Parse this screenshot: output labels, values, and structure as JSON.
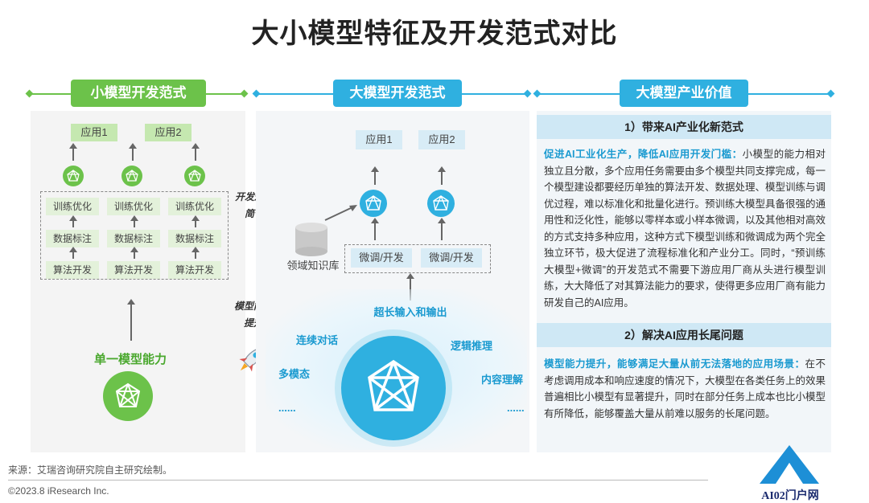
{
  "title": "大小模型特征及开发范式对比",
  "sections": {
    "left": "小模型开发范式",
    "mid": "大模型开发范式",
    "right": "大模型产业价值"
  },
  "left": {
    "apps": [
      "应用1",
      "应用2"
    ],
    "steps": [
      "训练优化",
      "数据标注",
      "算法开发"
    ],
    "capability": "单一模型能力"
  },
  "mid": {
    "apps": [
      "应用1",
      "应用2"
    ],
    "finetune": [
      "微调/开发",
      "微调/开发"
    ],
    "knowledge_base": "领域知识库",
    "capabilities": [
      "超长输入和输出",
      "连续对话",
      "逻辑推理",
      "多模态",
      "内容理解",
      "......",
      "......"
    ]
  },
  "between": {
    "simplify_1": "开发过程",
    "simplify_2": "简化",
    "boost_1": "模型能力",
    "boost_2": "提升"
  },
  "right": {
    "h1": "1）带来AI产业化新范式",
    "p1_em": "促进AI工业化生产，降低AI应用开发门槛：",
    "p1": "小模型的能力相对独立且分散，多个应用任务需要由多个模型共同支撑完成，每一个模型建设都要经历单独的算法开发、数据处理、模型训练与调优过程，难以标准化和批量化进行。预训练大模型具备很强的通用性和泛化性，能够以零样本或小样本微调，以及其他相对高效的方式支持多种应用，这种方式下模型训练和微调成为两个完全独立环节，极大促进了流程标准化和产业分工。同时，“预训练大模型+微调”的开发范式不需要下游应用厂商从头进行模型训练，大大降低了对其算法能力的要求，使得更多应用厂商有能力研发自己的AI应用。",
    "h2": "2）解决AI应用长尾问题",
    "p2_em": "模型能力提升，能够满足大量从前无法落地的应用场景：",
    "p2": "在不考虑调用成本和响应速度的情况下，大模型在各类任务上的效果普遍相比小模型有显著提升，同时在部分任务上成本也比小模型有所降低，能够覆盖大量从前难以服务的长尾问题。"
  },
  "footer": {
    "source": "来源：艾瑞咨询研究院自主研究绘制。",
    "copyright": "©2023.8 iResearch Inc.",
    "watermark": "AI02门户网"
  },
  "colors": {
    "green": "#6cc24a",
    "blue": "#2fb0e0",
    "blue_light": "#cfe8f5"
  }
}
